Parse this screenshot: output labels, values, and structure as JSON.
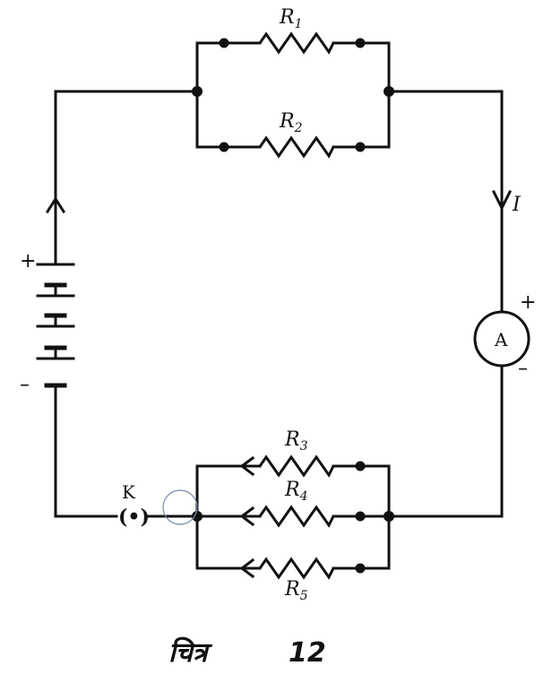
{
  "diagram": {
    "resistors": [
      {
        "id": "R1",
        "letter": "R",
        "sub": "1"
      },
      {
        "id": "R2",
        "letter": "R",
        "sub": "2"
      },
      {
        "id": "R3",
        "letter": "R",
        "sub": "3"
      },
      {
        "id": "R4",
        "letter": "R",
        "sub": "4"
      },
      {
        "id": "R5",
        "letter": "R",
        "sub": "5"
      }
    ],
    "current_label": "I",
    "ammeter_label": "A",
    "ammeter_plus": "+",
    "ammeter_minus": "–",
    "battery_plus": "+",
    "battery_minus": "–",
    "key_label": "K",
    "key_symbol": "(•)"
  },
  "caption": {
    "word": "चित्र",
    "number": "12"
  }
}
